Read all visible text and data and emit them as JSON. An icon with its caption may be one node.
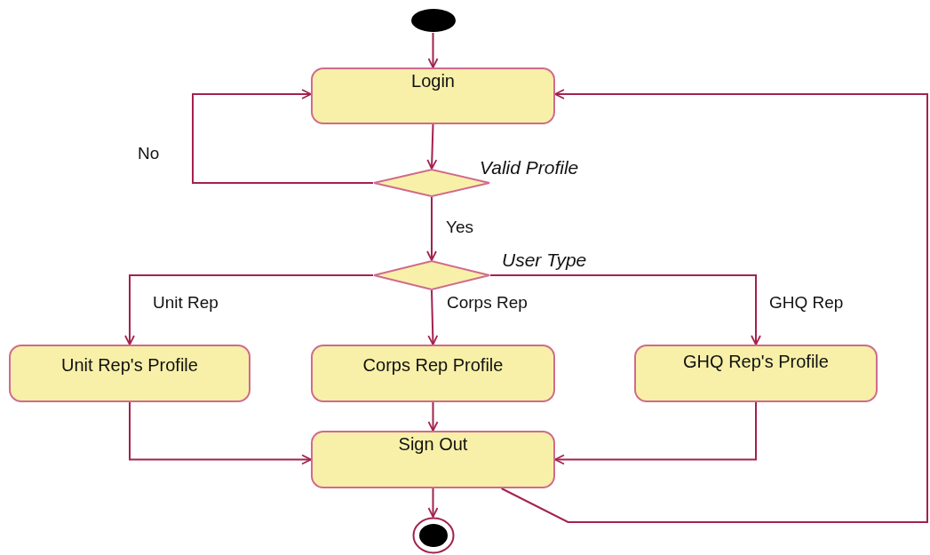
{
  "diagram": {
    "nodes": [
      {
        "text": [],
        "shape": "circle"
      },
      {
        "text": [
          "Login"
        ]
      },
      {
        "text": [],
        "shape": "diamond",
        "beside": [
          "Valid Profile"
        ]
      },
      {
        "text": [],
        "shape": "diamond",
        "beside": [
          "User Type"
        ]
      },
      {
        "text": [
          "Unit Rep's Profile"
        ]
      },
      {
        "text": [
          "Corps Rep Profile"
        ]
      },
      {
        "text": [
          "GHQ Rep's Profile"
        ]
      },
      {
        "text": [
          "Sign Out"
        ]
      },
      {
        "text": [],
        "shape": "circle"
      }
    ],
    "edges": [
      {
        "from": 0,
        "to": 1,
        "arrow": "to"
      },
      {
        "from": 1,
        "to": 2,
        "arrow": "to"
      },
      {
        "from": 2,
        "to": 1,
        "arrow": "to",
        "label": "No"
      },
      {
        "from": 2,
        "to": 3,
        "arrow": "to",
        "label": "Yes"
      },
      {
        "from": 3,
        "to": 4,
        "arrow": "to",
        "label": "Unit Rep"
      },
      {
        "from": 3,
        "to": 5,
        "arrow": "to",
        "label": "Corps Rep"
      },
      {
        "from": 3,
        "to": 6,
        "arrow": "to",
        "label": "GHQ Rep"
      },
      {
        "from": 4,
        "to": 7,
        "arrow": "to"
      },
      {
        "from": 5,
        "to": 7,
        "arrow": "to"
      },
      {
        "from": 6,
        "to": 7,
        "arrow": "to"
      },
      {
        "from": 7,
        "to": 8,
        "arrow": "to"
      },
      {
        "from": 7,
        "to": 1,
        "arrow": "to"
      }
    ]
  }
}
